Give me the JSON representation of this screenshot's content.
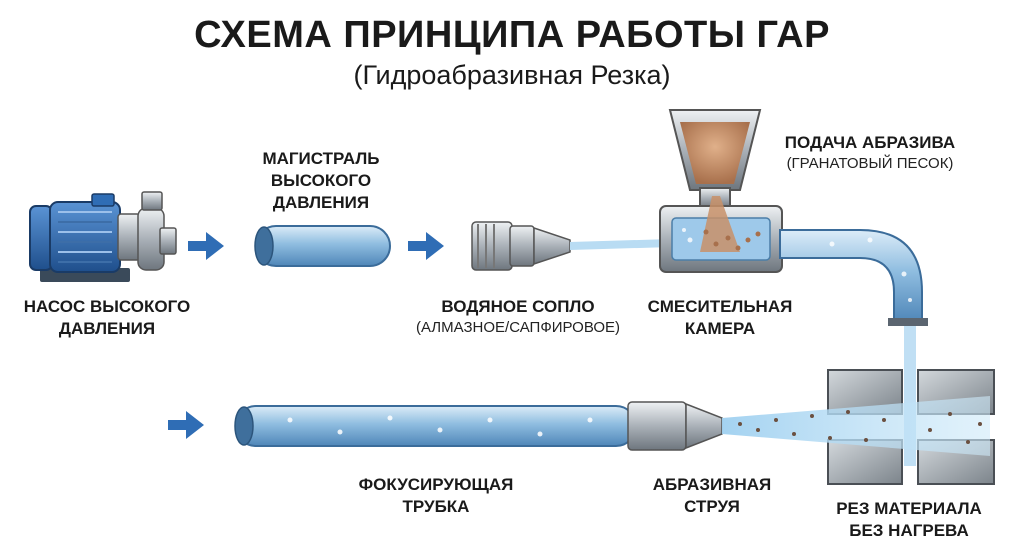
{
  "title": "СХЕМА ПРИНЦИПА РАБОТЫ ГАР",
  "subtitle": "(Гидроабразивная Резка)",
  "labels": {
    "pump": {
      "line1": "НАСОС ВЫСОКОГО",
      "line2": "ДАВЛЕНИЯ"
    },
    "pipe": {
      "line1": "МАГИСТРАЛЬ",
      "line2": "ВЫСОКОГО",
      "line3": "ДАВЛЕНИЯ"
    },
    "nozzle": {
      "line1": "ВОДЯНОЕ СОПЛО",
      "line2": "(АЛМАЗНОЕ/САПФИРОВОЕ)"
    },
    "abrasive_feed": {
      "line1": "ПОДАЧА АБРАЗИВА",
      "line2": "(ГРАНАТОВЫЙ ПЕСОК)"
    },
    "mixing_chamber": {
      "line1": "СМЕСИТЕЛЬНАЯ",
      "line2": "КАМЕРА"
    },
    "focusing_tube": {
      "line1": "ФОКУСИРУЮЩАЯ",
      "line2": "ТРУБКА"
    },
    "abrasive_jet": {
      "line1": "АБРАЗИВНАЯ",
      "line2": "СТРУЯ"
    },
    "cut": {
      "line1": "РЕЗ МАТЕРИАЛА",
      "line2": "БЕЗ НАГРЕВА"
    }
  },
  "colors": {
    "arrow": "#2f6db5",
    "pump_body": "#2f6db5",
    "pipe": "#9ec5e3",
    "water_jet": "#bfe0f5",
    "metal": "#b8bec4",
    "sand": "#c8906a",
    "material": "#9aa2a9"
  }
}
